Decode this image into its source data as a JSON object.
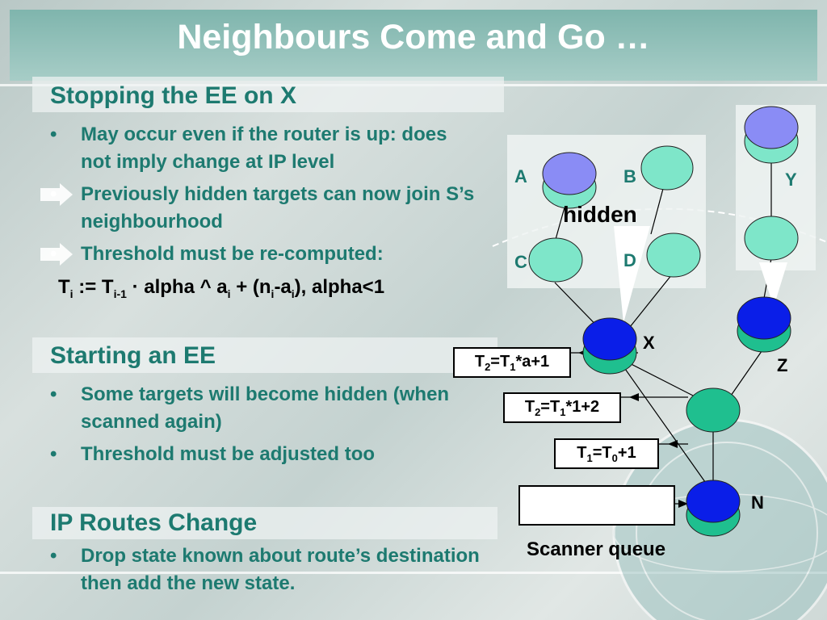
{
  "title": "Neighbours Come and Go …",
  "sections": [
    {
      "header": "Stopping the EE on X",
      "bullets": [
        {
          "style": "dot",
          "text": "May occur even if the router is up: does not imply change at IP level"
        },
        {
          "style": "arrow",
          "text": "Previously hidden targets can now join S’s neighbourhood"
        },
        {
          "style": "arrow",
          "text": "Threshold must be re-computed:"
        }
      ],
      "formula": {
        "p1": "T",
        "s1": "i",
        "p2": " := T",
        "s2": "i-1",
        "p3": " · alpha ^ a",
        "s3": "i",
        "p4": " + (n",
        "s4": "i",
        "p5": "-a",
        "s5": "i",
        "p6": "), alpha<1"
      }
    },
    {
      "header": "Starting an EE",
      "bullets": [
        {
          "style": "dot",
          "text": "Some targets will become hidden (when scanned again)"
        },
        {
          "style": "dot",
          "text": "Threshold must be adjusted too"
        }
      ]
    },
    {
      "header": "IP Routes Change",
      "bullets": [
        {
          "style": "dot",
          "text": "Drop state known about route’s destination then add the new state."
        }
      ]
    }
  ],
  "bullet_char": "•",
  "diagram": {
    "nodes": {
      "A": "A",
      "B": "B",
      "C": "C",
      "D": "D",
      "X": "X",
      "Y": "Y",
      "Z": "Z",
      "N": "N"
    },
    "hidden_label": "hidden",
    "threshold_boxes": {
      "box1": {
        "p1": "T",
        "s1": "2",
        "p2": "=T",
        "s2": "1",
        "p3": "*a+1"
      },
      "box2": {
        "p1": "T",
        "s1": "2",
        "p2": "=T",
        "s2": "1",
        "p3": "*1+2"
      },
      "box3": {
        "p1": "T",
        "s1": "1",
        "p2": "=T",
        "s2": "0",
        "p3": "+1"
      }
    },
    "scanner_queue_label": "Scanner queue"
  },
  "colors": {
    "title_bar": "#8fbdb6",
    "text_teal": "#1d7a70",
    "node_mint": "#7ee6c9",
    "node_blue_dark": "#0a1ee8",
    "node_lavender": "#8a8cf5"
  }
}
